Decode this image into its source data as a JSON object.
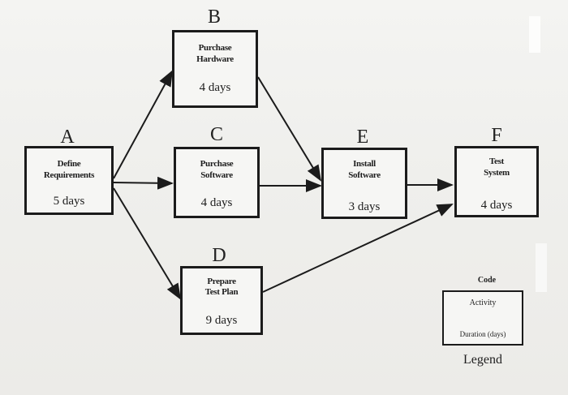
{
  "nodes": {
    "A": {
      "code": "A",
      "name_line1": "Define",
      "name_line2": "Requirements",
      "duration": "5 days"
    },
    "B": {
      "code": "B",
      "name_line1": "Purchase",
      "name_line2": "Hardware",
      "duration": "4 days"
    },
    "C": {
      "code": "C",
      "name_line1": "Purchase",
      "name_line2": "Software",
      "duration": "4 days"
    },
    "D": {
      "code": "D",
      "name_line1": "Prepare",
      "name_line2": "Test Plan",
      "duration": "9 days"
    },
    "E": {
      "code": "E",
      "name_line1": "Install",
      "name_line2": "Software",
      "duration": "3 days"
    },
    "F": {
      "code": "F",
      "name_line1": "Test",
      "name_line2": "System",
      "duration": "4 days"
    }
  },
  "legend": {
    "code": "Code",
    "activity": "Activity",
    "duration": "Duration (days)",
    "title": "Legend"
  }
}
